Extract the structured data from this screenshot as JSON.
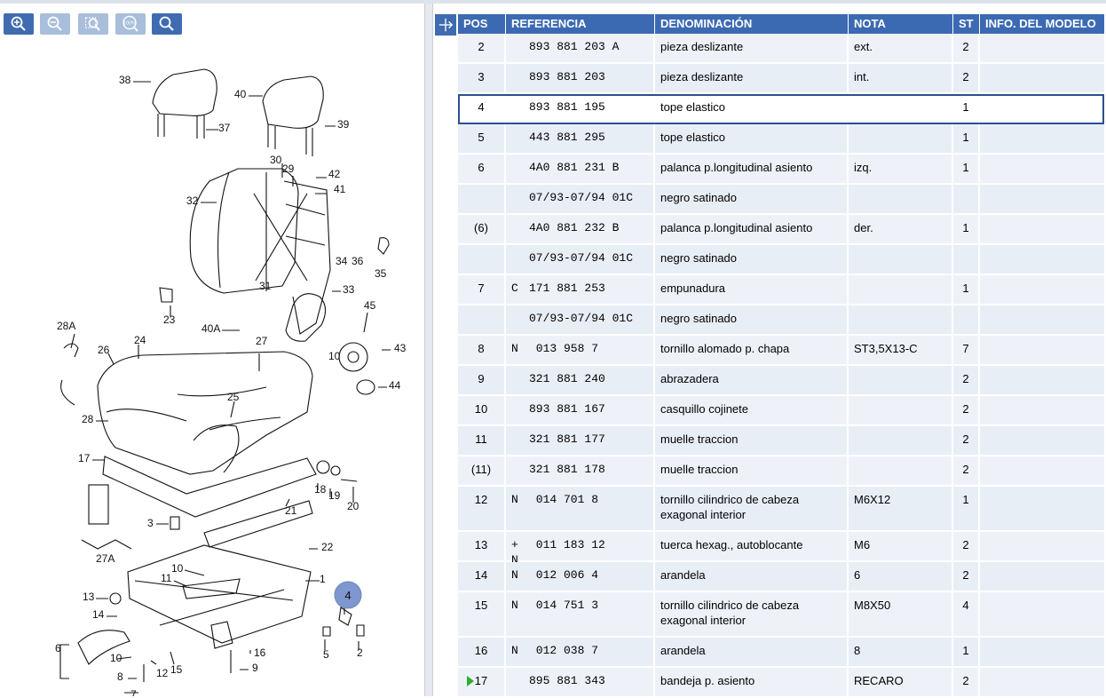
{
  "toolbar": {
    "zoom_in_label": "zoom-in",
    "zoom_out_label": "zoom-out",
    "zoom_area_label": "zoom-area",
    "zoom_100_label": "100%",
    "search_label": "search"
  },
  "diagram_labels": [
    "38",
    "37",
    "40",
    "39",
    "30",
    "29",
    "42",
    "41",
    "32",
    "34",
    "36",
    "35",
    "31",
    "33",
    "23",
    "40A",
    "45",
    "43",
    "28A",
    "26",
    "24",
    "27",
    "10",
    "44",
    "25",
    "28",
    "17",
    "18",
    "19",
    "20",
    "21",
    "3",
    "22",
    "27A",
    "10",
    "11",
    "1",
    "13",
    "14",
    "4",
    "2",
    "6",
    "5",
    "16",
    "9",
    "10",
    "12",
    "15",
    "8",
    "7"
  ],
  "callout_badge": "4",
  "table": {
    "headers": [
      "POS",
      "REFERENCIA",
      "DENOMINACIÓN",
      "NOTA",
      "ST",
      "INFO. DEL MODELO"
    ],
    "rows": [
      {
        "pos": "2",
        "prefix": "",
        "ref": "893 881 203 A",
        "den": "pieza deslizante",
        "nota": "ext.",
        "st": "2",
        "info": ""
      },
      {
        "pos": "3",
        "prefix": "",
        "ref": "893 881 203",
        "den": "pieza deslizante",
        "nota": "int.",
        "st": "2",
        "info": ""
      },
      {
        "pos": "4",
        "prefix": "",
        "ref": "893 881 195",
        "den": "tope elastico",
        "nota": "",
        "st": "1",
        "info": "",
        "selected": true
      },
      {
        "pos": "5",
        "prefix": "",
        "ref": "443 881 295",
        "den": "tope elastico",
        "nota": "",
        "st": "1",
        "info": ""
      },
      {
        "pos": "6",
        "prefix": "",
        "ref": "4A0 881 231 B",
        "den": "palanca p.longitudinal asiento",
        "nota": "izq.",
        "st": "1",
        "info": ""
      },
      {
        "pos": "",
        "prefix": "",
        "ref": "07/93-07/94 01C",
        "den": "negro satinado",
        "nota": "",
        "st": "",
        "info": ""
      },
      {
        "pos": "(6)",
        "prefix": "",
        "ref": "4A0 881 232 B",
        "den": "palanca p.longitudinal asiento",
        "nota": "der.",
        "st": "1",
        "info": ""
      },
      {
        "pos": "",
        "prefix": "",
        "ref": "07/93-07/94 01C",
        "den": "negro satinado",
        "nota": "",
        "st": "",
        "info": ""
      },
      {
        "pos": "7",
        "prefix": "C",
        "ref": "171 881 253",
        "den": "empunadura",
        "nota": "",
        "st": "1",
        "info": ""
      },
      {
        "pos": "",
        "prefix": "",
        "ref": "07/93-07/94 01C",
        "den": "negro satinado",
        "nota": "",
        "st": "",
        "info": ""
      },
      {
        "pos": "8",
        "prefix": "N",
        "ref": " 013 958 7",
        "den": "tornillo alomado p. chapa",
        "nota": "ST3,5X13-C",
        "st": "7",
        "info": ""
      },
      {
        "pos": "9",
        "prefix": "",
        "ref": "321 881 240",
        "den": "abrazadera",
        "nota": "",
        "st": "2",
        "info": ""
      },
      {
        "pos": "10",
        "prefix": "",
        "ref": "893 881 167",
        "den": "casquillo cojinete",
        "nota": "",
        "st": "2",
        "info": ""
      },
      {
        "pos": "11",
        "prefix": "",
        "ref": "321 881 177",
        "den": "muelle traccion",
        "nota": "",
        "st": "2",
        "info": ""
      },
      {
        "pos": "(11)",
        "prefix": "",
        "ref": "321 881 178",
        "den": "muelle traccion",
        "nota": "",
        "st": "2",
        "info": ""
      },
      {
        "pos": "12",
        "prefix": "N",
        "ref": " 014 701 8",
        "den": "tornillo cilindrico de cabeza exagonal interior",
        "nota": "M6X12",
        "st": "1",
        "info": "",
        "tall": true
      },
      {
        "pos": "13",
        "prefix": "+ N",
        "ref": " 011 183 12",
        "den": "tuerca hexag., autoblocante",
        "nota": "M6",
        "st": "2",
        "info": ""
      },
      {
        "pos": "14",
        "prefix": "N",
        "ref": " 012 006 4",
        "den": "arandela",
        "nota": "6",
        "st": "2",
        "info": ""
      },
      {
        "pos": "15",
        "prefix": "N",
        "ref": " 014 751 3",
        "den": "tornillo cilindrico de cabeza exagonal interior",
        "nota": "M8X50",
        "st": "4",
        "info": "",
        "tall": true
      },
      {
        "pos": "16",
        "prefix": "N",
        "ref": " 012 038 7",
        "den": "arandela",
        "nota": "8",
        "st": "1",
        "info": ""
      },
      {
        "pos": "17",
        "prefix": "",
        "ref": "895 881 343",
        "den": "bandeja p. asiento",
        "nota": "RECARO",
        "st": "2",
        "info": "",
        "marked": true
      }
    ]
  }
}
